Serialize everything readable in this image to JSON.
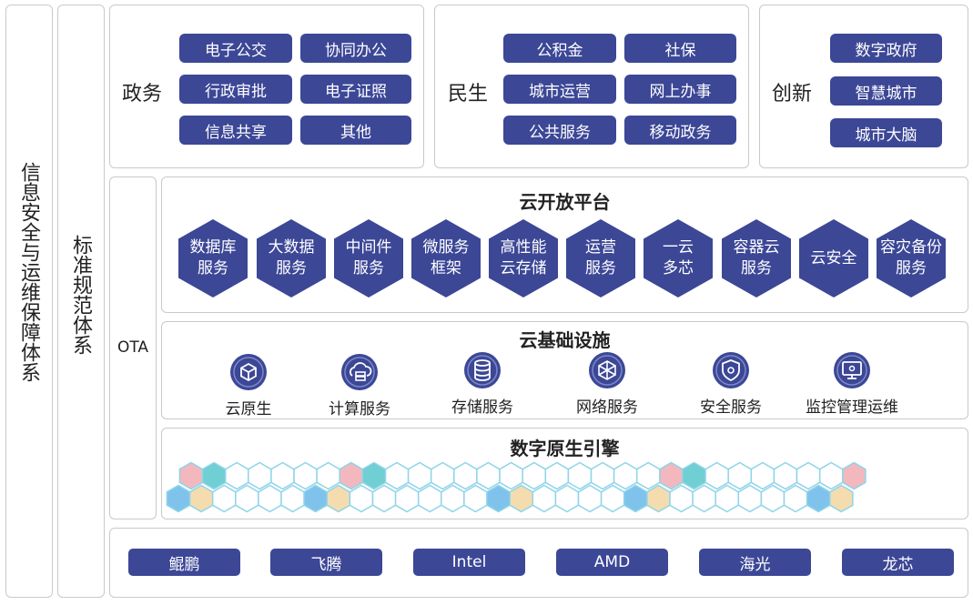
{
  "left": {
    "security": "信息安全与运维保障体系",
    "standards": "标准规范体系"
  },
  "ota": "OTA",
  "top_groups": [
    {
      "label": "政务",
      "items": [
        "电子公交",
        "协同办公",
        "行政审批",
        "电子证照",
        "信息共享",
        "其他"
      ]
    },
    {
      "label": "民生",
      "items": [
        "公积金",
        "社保",
        "城市运营",
        "网上办事",
        "公共服务",
        "移动政务"
      ]
    },
    {
      "label": "创新",
      "items": [
        "数字政府",
        "智慧城市",
        "城市大脑"
      ]
    }
  ],
  "open_platform": {
    "title": "云开放平台",
    "hexes": [
      "数据库\n服务",
      "大数据\n服务",
      "中间件\n服务",
      "微服务\n框架",
      "高性能\n云存储",
      "运营\n服务",
      "一云\n多芯",
      "容器云\n服务",
      "云安全",
      "容灾备份\n服务"
    ]
  },
  "infrastructure": {
    "title": "云基础设施",
    "services": [
      {
        "label": "云原生",
        "icon": "cube-icon"
      },
      {
        "label": "计算服务",
        "icon": "cloud-server-icon"
      },
      {
        "label": "存储服务",
        "icon": "database-icon"
      },
      {
        "label": "网络服务",
        "icon": "network-icon"
      },
      {
        "label": "安全服务",
        "icon": "shield-icon"
      },
      {
        "label": "监控管理运维",
        "icon": "monitor-icon"
      }
    ]
  },
  "engine": {
    "title": "数字原生引擎"
  },
  "chips": [
    "鲲鹏",
    "飞腾",
    "Intel",
    "AMD",
    "海光",
    "龙芯"
  ],
  "colors": {
    "accent": "#3c4796",
    "hex_pink": "#f2b8bd",
    "hex_teal": "#6fcfd3",
    "hex_blue": "#7fc3ec",
    "hex_yellow": "#f5dcae",
    "hex_outline": "#8ed4ea"
  }
}
